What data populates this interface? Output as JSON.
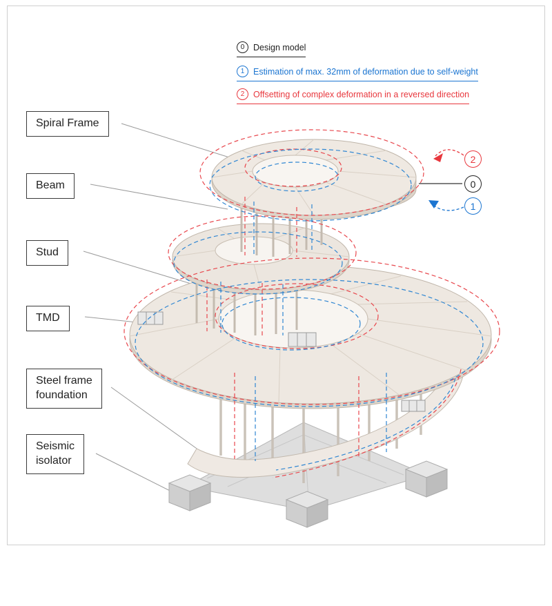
{
  "colors": {
    "design_black": "#222222",
    "deformation_blue": "#1b75d1",
    "offset_red": "#e8373d",
    "frame_border": "#cfcfcf",
    "model_fill": "#eee8e1",
    "model_stroke": "#bfb5a9",
    "foundation_gray": "#dedede"
  },
  "legend": {
    "items": [
      {
        "digit": "0",
        "label": "Design model",
        "color": "#222222"
      },
      {
        "digit": "1",
        "label": "Estimation of max. 32mm of deformation due to self-weight",
        "color": "#1b75d1"
      },
      {
        "digit": "2",
        "label": "Offsetting of complex deformation in a reversed direction",
        "color": "#e8373d"
      }
    ]
  },
  "part_labels": [
    {
      "id": "spiral-frame",
      "label": "Spiral Frame"
    },
    {
      "id": "beam",
      "label": "Beam"
    },
    {
      "id": "stud",
      "label": "Stud"
    },
    {
      "id": "tmd",
      "label": "TMD"
    },
    {
      "id": "steel-frame-foundation",
      "label": "Steel frame\nfoundation"
    },
    {
      "id": "seismic-isolator",
      "label": "Seismic\nisolator"
    }
  ],
  "markers": [
    {
      "digit": "2",
      "color": "#e8373d"
    },
    {
      "digit": "0",
      "label_ref": "Design model",
      "color": "#222222"
    },
    {
      "digit": "1",
      "color": "#1b75d1"
    }
  ]
}
